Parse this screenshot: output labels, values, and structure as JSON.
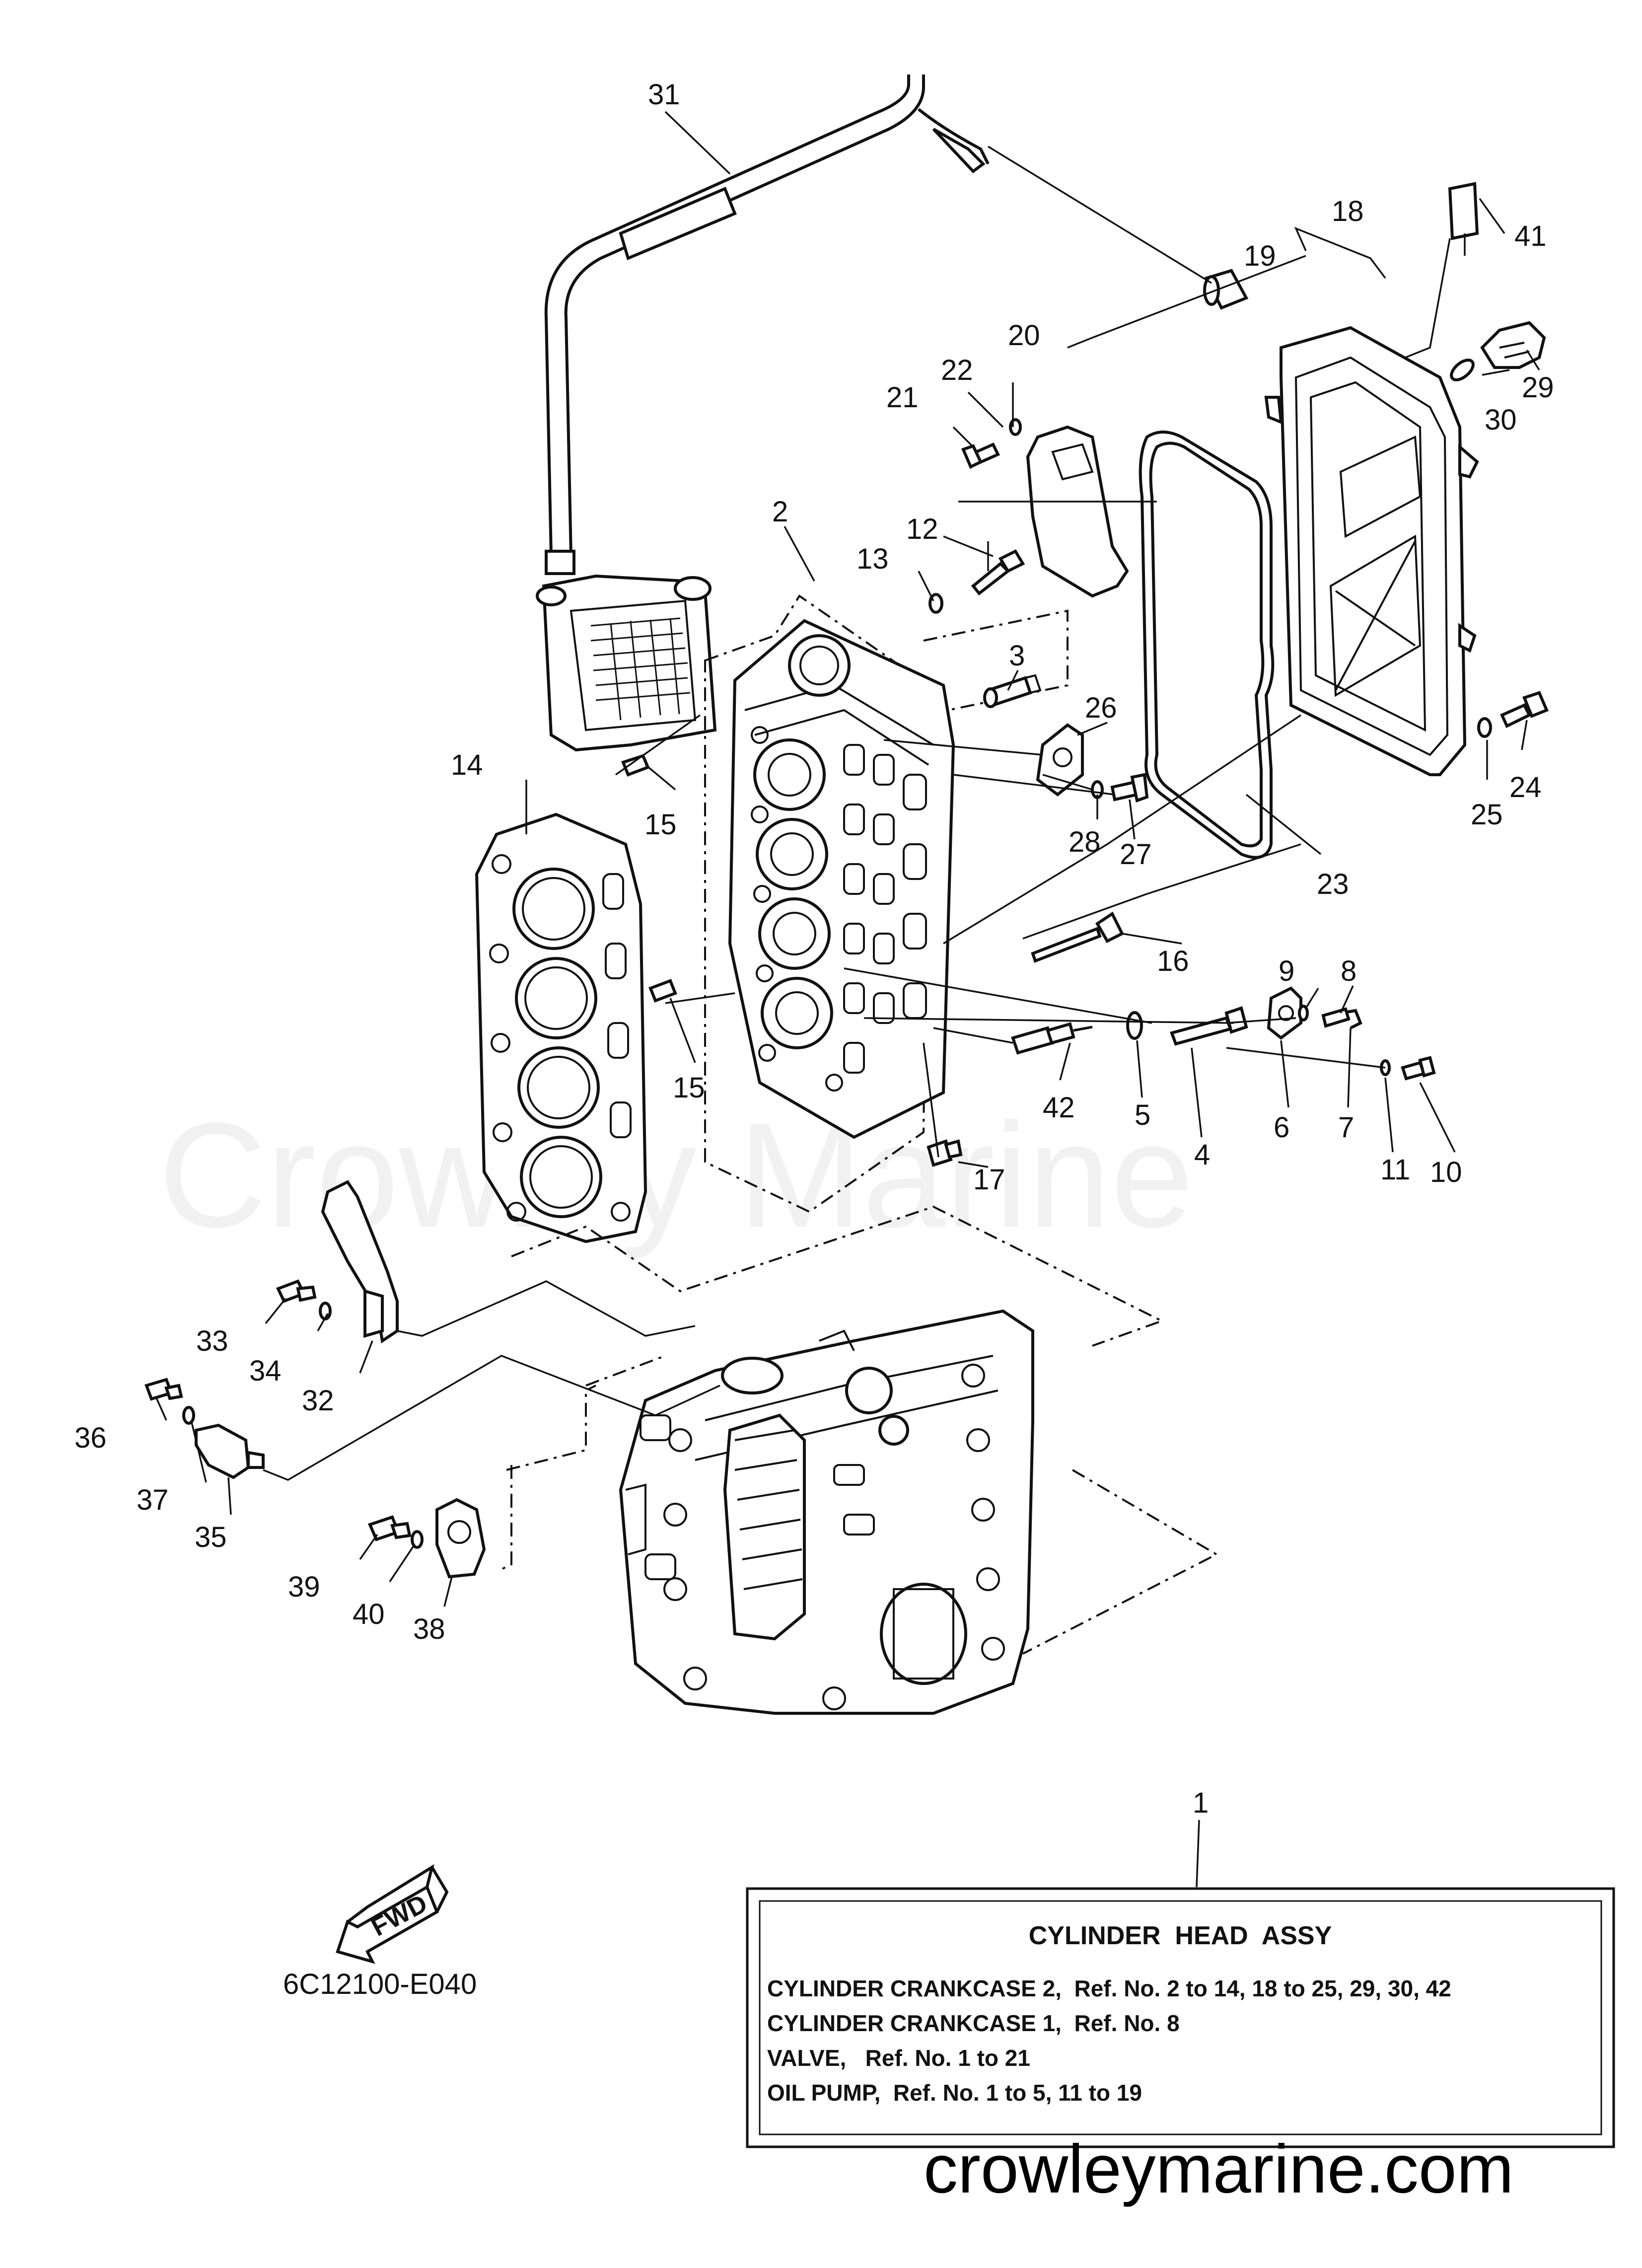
{
  "watermark": "Crowley Marine",
  "site_mark": "crowleymarine.com",
  "drawing_code": "6C12100-E040",
  "fwd_label": "FWD",
  "callouts": [
    "1",
    "2",
    "3",
    "4",
    "5",
    "6",
    "7",
    "8",
    "9",
    "10",
    "11",
    "12",
    "13",
    "14",
    "15",
    "15",
    "16",
    "17",
    "18",
    "19",
    "20",
    "21",
    "22",
    "23",
    "24",
    "25",
    "26",
    "27",
    "28",
    "29",
    "30",
    "31",
    "32",
    "33",
    "34",
    "35",
    "36",
    "37",
    "38",
    "39",
    "40",
    "41",
    "42"
  ],
  "legend": {
    "title": "CYLINDER  HEAD  ASSY",
    "lines": [
      "CYLINDER CRANKCASE 2,  Ref. No. 2 to 14, 18 to 25, 29, 30, 42",
      "CYLINDER CRANKCASE 1,  Ref. No. 8",
      "VALVE,   Ref. No. 1 to 21",
      "OIL PUMP,  Ref. No. 1 to 5, 11 to 19"
    ]
  }
}
